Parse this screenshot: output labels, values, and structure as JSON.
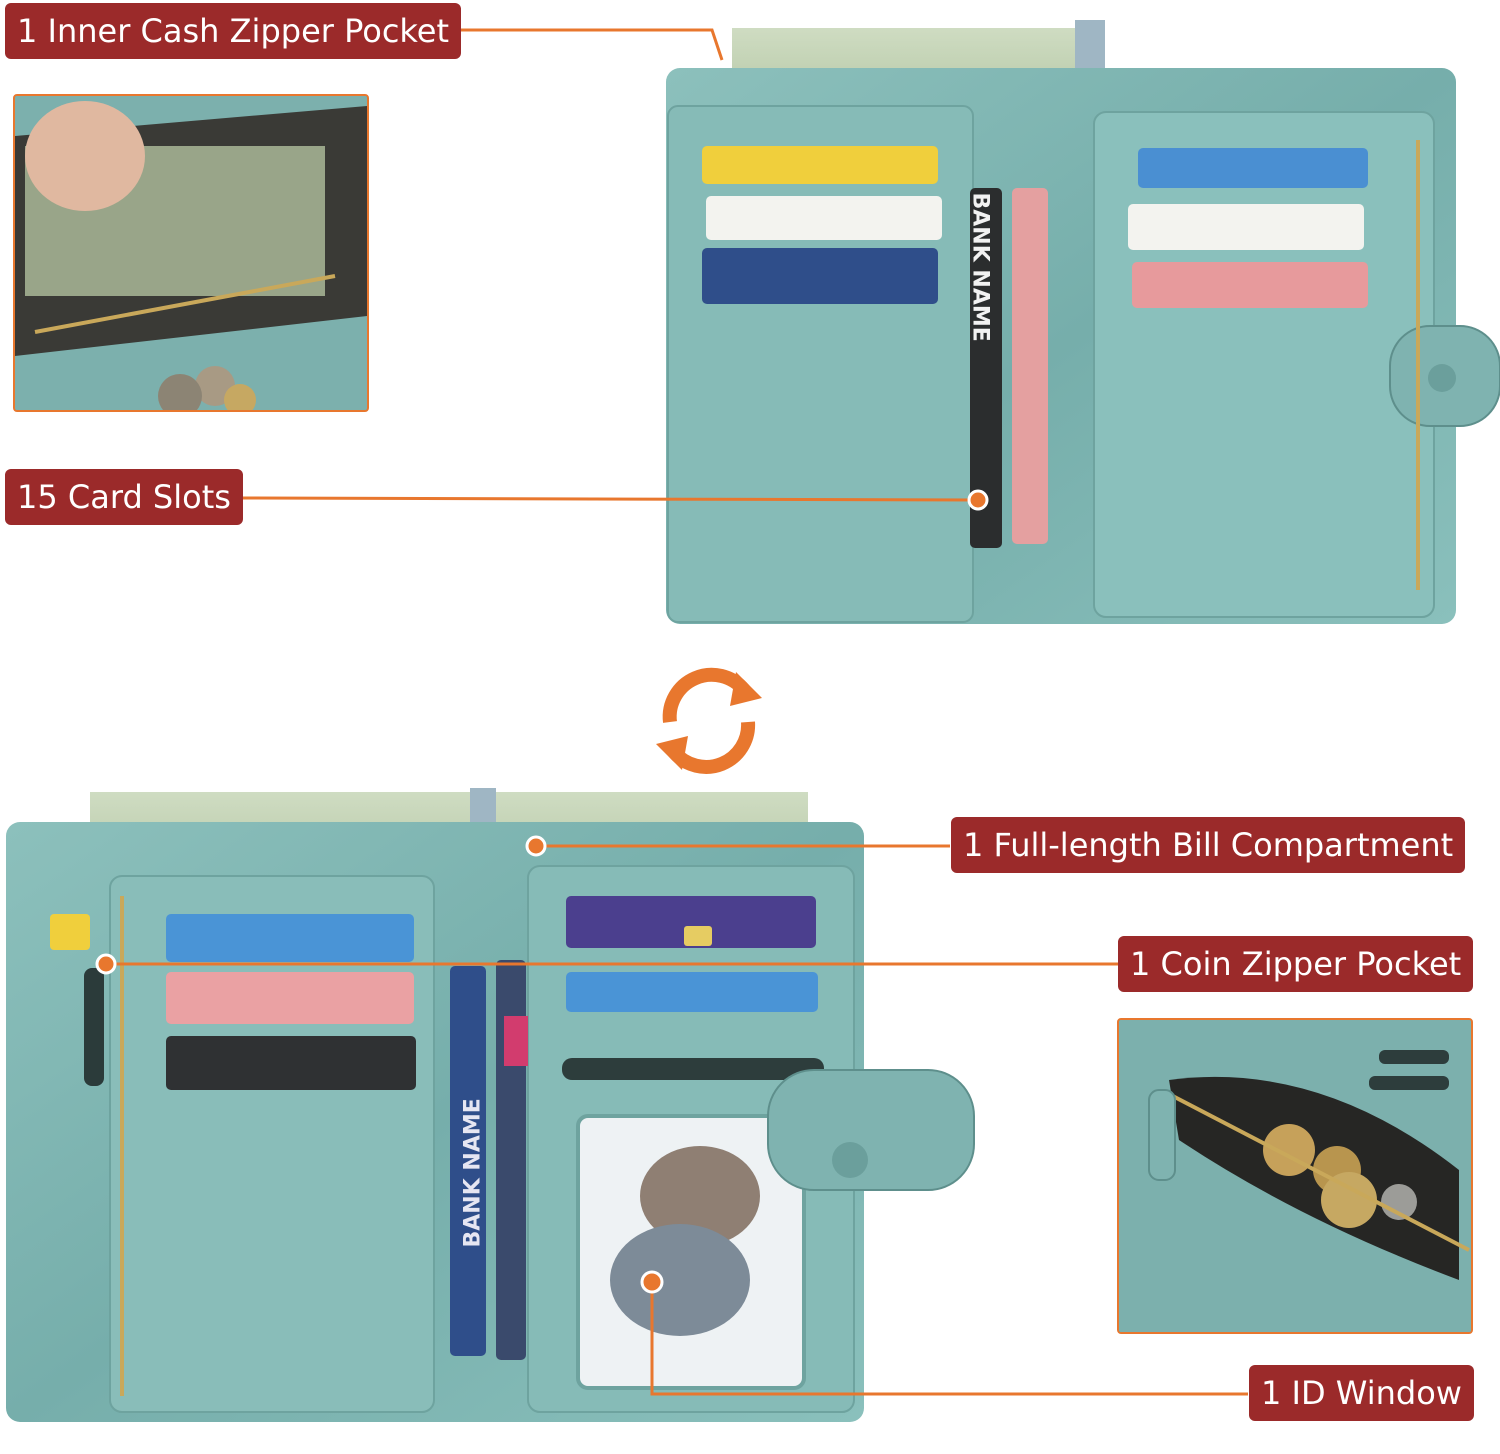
{
  "callouts": {
    "inner_cash": "1 Inner Cash Zipper Pocket",
    "card_slots": "15 Card Slots",
    "bill_compartment": "1 Full-length Bill Compartment",
    "coin_pocket": "1 Coin Zipper Pocket",
    "id_window": "1 ID Window"
  },
  "printed_text": {
    "bank_name_top": "BANK NAME",
    "bank_name_bottom": "BANK NAME"
  },
  "colors": {
    "label_bg": "#9b2a2a",
    "leader_line": "#e8772e",
    "wallet_teal": "#7fb3b0",
    "cash_green": "#c7d6b8"
  },
  "icons": {
    "rotate": "rotate-arrows-icon"
  }
}
